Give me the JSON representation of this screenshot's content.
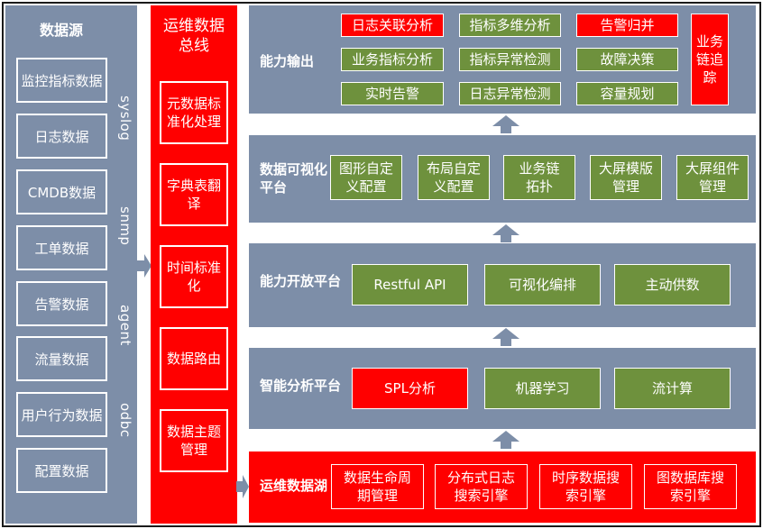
{
  "data_source": {
    "title": "数据源",
    "items": [
      "监控指标数据",
      "日志数据",
      "CMDB数据",
      "工单数据",
      "告警数据",
      "流量数据",
      "用户行为数据",
      "配置数据"
    ],
    "protocols": [
      "syslog",
      "snmp",
      "agent",
      "odbc"
    ]
  },
  "bus": {
    "title": "运维数据总线",
    "items": [
      "元数据标准化处理",
      "字典表翻译",
      "时间标准化",
      "数据路由",
      "数据主题管理"
    ]
  },
  "layers": {
    "output": {
      "title": "能力输出",
      "row1": [
        "日志关联分析",
        "指标多维分析",
        "告警归并"
      ],
      "row2": [
        "业务指标分析",
        "指标异常检测",
        "故障决策"
      ],
      "row3": [
        "实时告警",
        "日志异常检测",
        "容量规划"
      ],
      "side": "业务链追踪"
    },
    "visual": {
      "title": "数据可视化平台",
      "items": [
        "图形自定义配置",
        "布局自定义配置",
        "业务链拓扑",
        "大屏模版管理",
        "大屏组件管理"
      ]
    },
    "open": {
      "title": "能力开放平台",
      "items": [
        "Restful API",
        "可视化编排",
        "主动供数"
      ]
    },
    "analysis": {
      "title": "智能分析平台",
      "items": [
        "SPL分析",
        "机器学习",
        "流计算"
      ]
    },
    "lake": {
      "title": "运维数据湖",
      "items": [
        "数据生命周期管理",
        "分布式日志搜索引擎",
        "时序数据搜索引擎",
        "图数据库搜索引擎"
      ]
    }
  },
  "colors": {
    "slate": "#7d8ea8",
    "red": "#ff0000",
    "green": "#6e913d",
    "arrow": "#7d8ea8"
  }
}
